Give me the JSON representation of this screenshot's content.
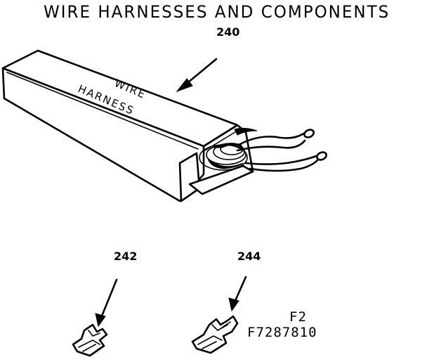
{
  "title": "WIRE HARNESSES AND COMPONENTS",
  "box_text": {
    "line1": "WIRE",
    "line2": "HARNESS"
  },
  "parts": [
    {
      "id": "240"
    },
    {
      "id": "242"
    },
    {
      "id": "244"
    }
  ],
  "codes": {
    "line1": "F2",
    "line2": "F7287810"
  }
}
